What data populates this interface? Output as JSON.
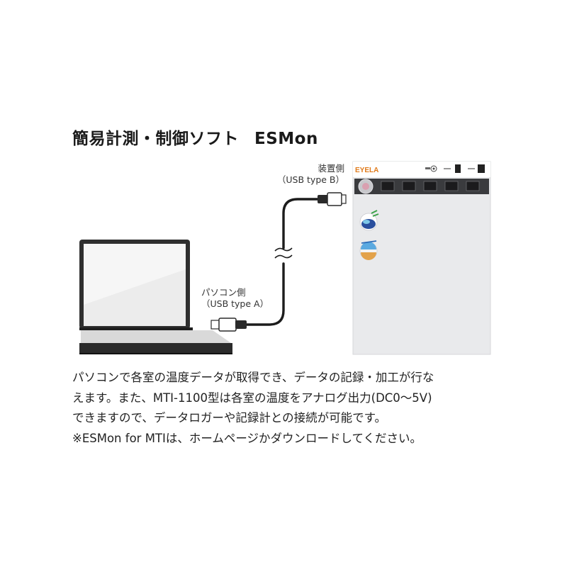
{
  "title": {
    "jp": "簡易計測・制御ソフト",
    "en": "ESMon"
  },
  "device_side": {
    "line1": "装置側",
    "line2": "（USB type B）"
  },
  "pc_side": {
    "line1": "パソコン側",
    "line2": "（USB type A）"
  },
  "screen": {
    "brand": "EYELA"
  },
  "description": [
    "パソコンで各室の温度データが取得でき、データの記録・加工が行な",
    "えます。また、MTI-1100型は各室の温度をアナログ出力(DC0～5V)",
    "できますので、データロガーや記録計との接続が可能です。",
    "※ESMon for MTIは、ホームページかダウンロードしてください。"
  ]
}
